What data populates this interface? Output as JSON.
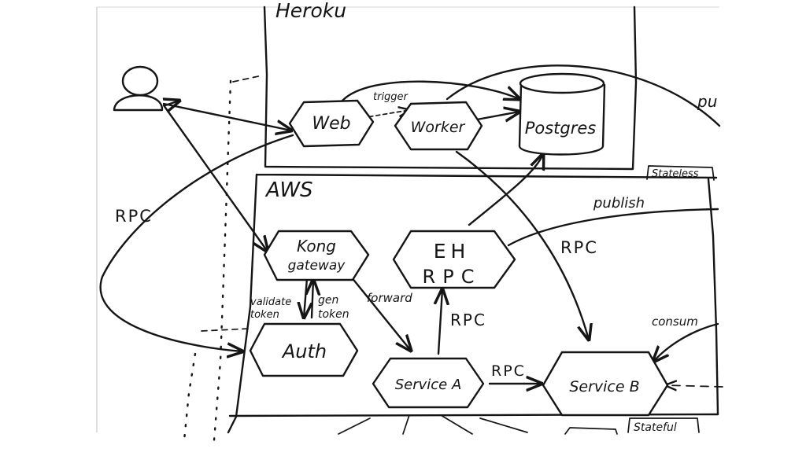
{
  "diagram": {
    "regions": {
      "heroku": "Heroku",
      "aws": "AWS",
      "stateless": "Stateless",
      "stateful": "Stateful"
    },
    "nodes": {
      "web": "Web",
      "worker": "Worker",
      "postgres": "Postgres",
      "kong_line1": "Kong",
      "kong_line2": "gateway",
      "eh_line1": "EH",
      "eh_line2": "RPC",
      "auth": "Auth",
      "service_a": "Service A",
      "service_b": "Service B"
    },
    "edge_labels": {
      "trigger": "trigger",
      "rpc_left": "RPC",
      "rpc_right": "RPC",
      "rpc_middle": "RPC",
      "rpc_ab": "RPC",
      "publish": "publish",
      "pub_cut": "pu",
      "forward": "forward",
      "validate_line1": "validate",
      "validate_line2": "token",
      "gen_line1": "gen",
      "gen_line2": "token",
      "consume": "consum"
    }
  }
}
